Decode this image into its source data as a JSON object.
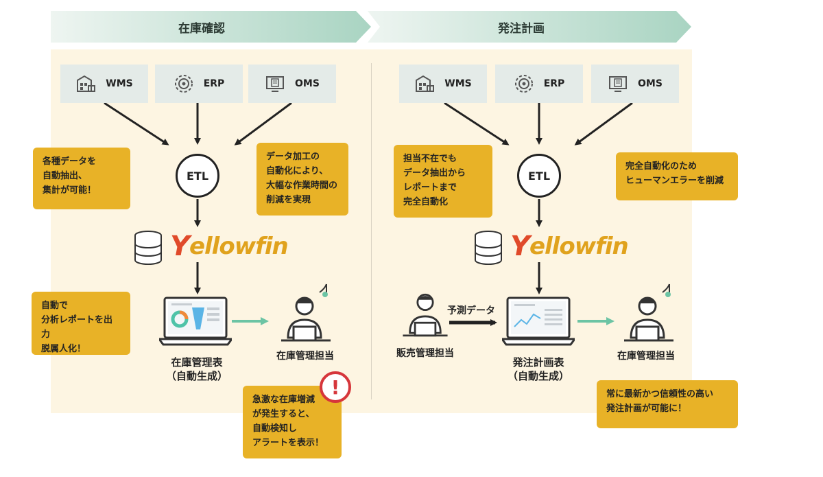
{
  "banners": {
    "left": "在庫確認",
    "right": "発注計画"
  },
  "colors": {
    "banner_start": "#a9d4c2",
    "banner_end": "#eef5f1",
    "panel": "#fdf5e2",
    "note": "#e8b227",
    "arrow_green": "#6cc4a4",
    "alert": "#d6363b"
  },
  "left": {
    "sources": [
      {
        "label": "WMS",
        "icon": "warehouse-icon"
      },
      {
        "label": "ERP",
        "icon": "gear-cycle-icon"
      },
      {
        "label": "OMS",
        "icon": "monitor-document-icon"
      }
    ],
    "etl": "ETL",
    "logo": {
      "prefix": "Y",
      "rest": "ellowfin"
    },
    "notes": {
      "extract": "各種データを\n自動抽出、\n集計が可能！",
      "processing": "データ加工の\n自動化により、\n大幅な作業時間の\n削減を実現",
      "report": "自動で\n分析レポートを出力\n脱属人化！",
      "alert": "急激な在庫増減\nが発生すると、\n自動検知し\nアラートを表示！"
    },
    "output_label": "在庫管理表\n（自動生成）",
    "person_label": "在庫管理担当",
    "alert_mark": "!"
  },
  "right": {
    "sources": [
      {
        "label": "WMS",
        "icon": "warehouse-icon"
      },
      {
        "label": "ERP",
        "icon": "gear-cycle-icon"
      },
      {
        "label": "OMS",
        "icon": "monitor-document-icon"
      }
    ],
    "etl": "ETL",
    "logo": {
      "prefix": "Y",
      "rest": "ellowfin"
    },
    "notes": {
      "absence": "担当不在でも\nデータ抽出から\nレポートまで\n完全自動化",
      "error": "完全自動化のため\nヒューマンエラーを削減",
      "planning": "常に最新かつ信頼性の高い\n発注計画が可能に！"
    },
    "sales_label": "販売管理担当",
    "forecast_label": "予測データ",
    "output_label": "発注計画表\n（自動生成）",
    "person_label": "在庫管理担当"
  }
}
